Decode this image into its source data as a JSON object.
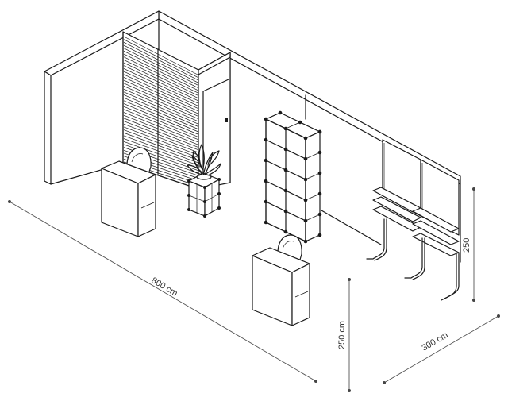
{
  "dimensions": {
    "length": "800 cm",
    "height_front": "250 cm",
    "depth": "300 cm",
    "height_side": "250"
  },
  "colors": {
    "line": "#1a1a1a",
    "dimension_line": "#555555",
    "background": "#ffffff"
  }
}
